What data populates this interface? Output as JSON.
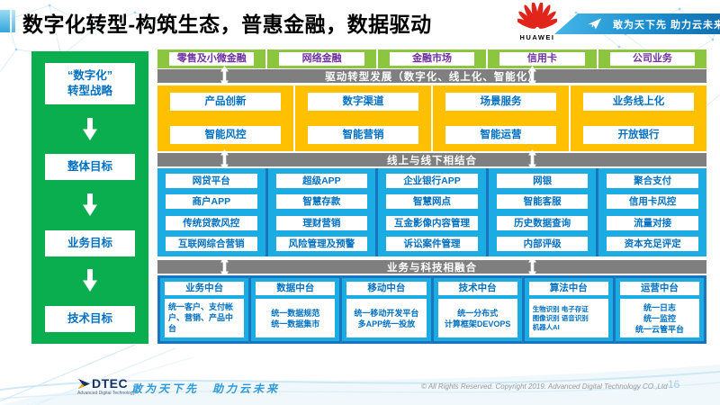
{
  "slide": {
    "title": "数字化转型-构筑生态，普惠金融，数据驱动",
    "page_number": "16"
  },
  "header": {
    "huawei_wordmark": "HUAWEI",
    "ribbon_slogan": "敢为天下先 助力云未来"
  },
  "strategy_sidebar": {
    "items": [
      "“数字化”\n转型战略",
      "整体目标",
      "业务目标",
      "技术目标"
    ]
  },
  "business_band": {
    "items": [
      "零售及小微金融",
      "网络金融",
      "金融市场",
      "信用卡",
      "公司业务"
    ]
  },
  "bars": {
    "drive": "驱动转型发展（数字化、线上化、智能化）",
    "online_offline": "线上与线下相结合",
    "tech_fusion": "业务与科技相融合"
  },
  "capability_band": {
    "columns": [
      [
        "产品创新",
        "智能风控"
      ],
      [
        "数字渠道",
        "智能营销"
      ],
      [
        "场景服务",
        "智能运营"
      ],
      [
        "业务线上化",
        "开放银行"
      ]
    ]
  },
  "platform_band": {
    "columns": [
      [
        "网贷平台",
        "商户APP",
        "传统贷款风控",
        "互联网综合营销"
      ],
      [
        "超级APP",
        "智慧存款",
        "理财营销",
        "风险管理及预警"
      ],
      [
        "企业银行APP",
        "智慧网点",
        "互金影像内容管理",
        "诉讼案件管理"
      ],
      [
        "网银",
        "智能客服",
        "历史数据查询",
        "内部评级"
      ],
      [
        "聚合支付",
        "信用卡风控",
        "流量对接",
        "资本充足评定"
      ]
    ]
  },
  "middle_band": {
    "columns": [
      {
        "title": "业务中台",
        "desc": "统一客户、支付帐户、营销、产品中台"
      },
      {
        "title": "数据中台",
        "desc": "统一数据规范\n统一数据集市"
      },
      {
        "title": "移动中台",
        "desc": "统一移动开发平台\n多APP统一投放"
      },
      {
        "title": "技术中台",
        "desc": "统一分布式\n计算框架DEVOPS"
      },
      {
        "title": "算法中台",
        "desc": "生物识别 电子存证\n图像识别 语音识别\n机器人AI"
      },
      {
        "title": "运营中台",
        "desc": "统一日志\n统一监控\n统一云管平台"
      }
    ]
  },
  "footer": {
    "logo_text": "DTEC",
    "logo_subtext": "Advanced Digital Technology",
    "tagline": "敢为天下先　助力云未来",
    "copyright": "© All Rights Reserved. Copyright 2019. Advanced Digital Technology CO.,Ltd"
  },
  "icons": {
    "huawei_flower": "huawei-flower-icon",
    "paper_plane": "paper-plane-icon",
    "double_arrow": "double-arrow-icon",
    "down_arrow": "down-arrow-icon",
    "adtec_arrow": "adtec-arrow-icon"
  },
  "colors": {
    "sidebar_green": "#0bae4f",
    "band_green": "#8cc63f",
    "band_yellow": "#ffc000",
    "band_blue": "#1bace4",
    "divider_blue": "#1b75bc",
    "bar_gray": "#7f7f7f",
    "text_purple": "#7030a0",
    "text_blue": "#0070c0",
    "huawei_red": "#e1251b"
  }
}
